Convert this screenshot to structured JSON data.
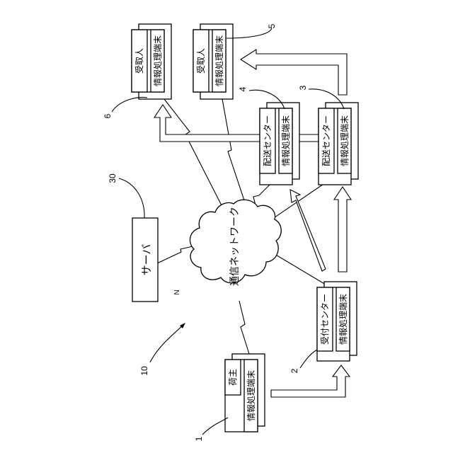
{
  "diagram": {
    "network_label": "通信ネットワーク",
    "network_ref": "N",
    "server_label": "サーバ",
    "terminal_label": "情報処理端末",
    "shipper_label": "荷主",
    "reception_label": "受付センター",
    "delivery_label": "配送センター",
    "recipient_label": "受取人",
    "refs": {
      "system": "10",
      "server": "30",
      "shipper": "1",
      "reception": "2",
      "delivery_a": "3",
      "delivery_b": "4",
      "recipient_a": "5",
      "recipient_b": "6"
    }
  }
}
